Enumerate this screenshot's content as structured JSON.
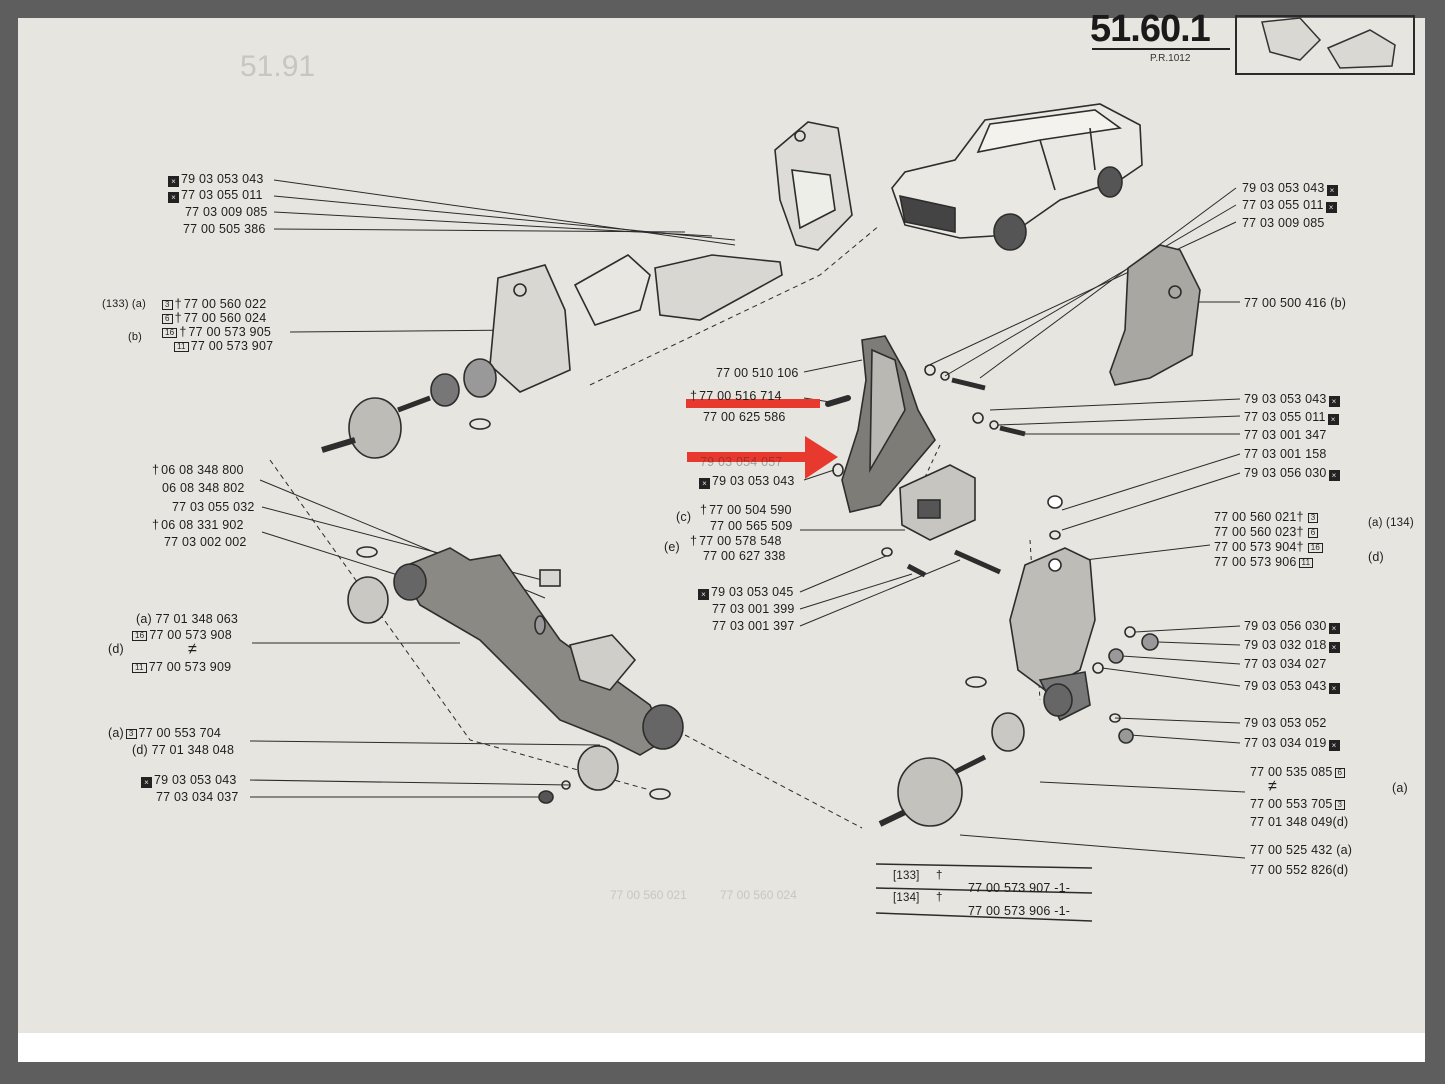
{
  "header": {
    "section_number": "51.60.1",
    "reference": "P.R.1012"
  },
  "callouts": {
    "left_top": [
      "79 03 053 043",
      "77 03 055 011",
      "77 03 009 085",
      "77 00 505 386"
    ],
    "left_133": {
      "prefix": "(133) (a)",
      "b_tag": "(b)",
      "rows": [
        {
          "box": "3",
          "num": "77 00 560 022"
        },
        {
          "box": "6",
          "num": "77 00 560 024"
        },
        {
          "box": "16",
          "num": "77 00 573 905"
        },
        {
          "box": "11",
          "num": "77 00 573 907"
        }
      ]
    },
    "left_mid": [
      "06 08 348 800",
      "06 08 348 802",
      "77 03 055 032",
      "06 08 331 902",
      "77 03 002 002"
    ],
    "left_a_d": {
      "a_line": "(a) 77 01 348 063",
      "d_tag": "(d)",
      "rows": [
        {
          "box": "16",
          "num": "77 00 573 908"
        },
        {
          "box": "11",
          "num": "77 00 573 909"
        }
      ]
    },
    "left_bottom_ad": [
      {
        "tag": "(a)",
        "box": "3",
        "num": "77 00 553 704"
      },
      {
        "tag": "(d)",
        "box": "",
        "num": "77 01 348 048"
      }
    ],
    "left_bottom": [
      "79 03 053 043",
      "77 03 034 037"
    ],
    "center": [
      "77 00 510 106",
      "77 00 516 714",
      "77 00 625 586",
      "79 03 054 057",
      "79 03 053 043"
    ],
    "center_ce": {
      "c_tag": "(c)",
      "e_tag": "(e)",
      "rows": [
        "77 00 504 590",
        "77 00 565 509",
        "77 00 578 548",
        "77 00 627 338"
      ]
    },
    "center_low": [
      "79 03 053 045",
      "77 03 001 399",
      "77 03 001 397"
    ],
    "right_top": [
      "79 03 053 043",
      "77 03 055 011",
      "77 03 009 085"
    ],
    "right_shield": "77 00 500 416 (b)",
    "right_mid": [
      "79 03 053 043",
      "77 03 055 011",
      "77 03 001 347",
      "77 03 001 158",
      "79 03 056 030"
    ],
    "right_134": {
      "a_tag": "(a) (134)",
      "d_tag": "(d)",
      "rows": [
        {
          "num": "77 00 560 021",
          "box": "3"
        },
        {
          "num": "77 00 560 023",
          "box": "6"
        },
        {
          "num": "77 00 573 904",
          "box": "16"
        },
        {
          "num": "77 00 573 906",
          "box": "11"
        }
      ]
    },
    "right_low": [
      "79 03 056 030",
      "79 03 032 018",
      "77 03 034 027",
      "79 03 053 043",
      "79 03 053 052",
      "77 03 034 019"
    ],
    "right_bottom_a": {
      "a_tag": "(a)",
      "rows": [
        {
          "num": "77 00 535 085",
          "box": "6"
        },
        {
          "num": "77 00 553 705",
          "box": "3"
        },
        {
          "num": "77 01 348 049(d)",
          "box": ""
        }
      ]
    },
    "right_bottom_b": [
      "77 00 525 432 (a)",
      "77 00 552 826(d)"
    ]
  },
  "footer_table": [
    {
      "code": "[133]",
      "num": "77 00 573 907 -1-"
    },
    {
      "code": "[134]",
      "num": "77 00 573 906 -1-"
    }
  ],
  "bleed_text": [
    "51.91",
    "77 00 560 021",
    "77 00 560 024"
  ],
  "annotations": {
    "arrow_color": "#e8392f"
  }
}
